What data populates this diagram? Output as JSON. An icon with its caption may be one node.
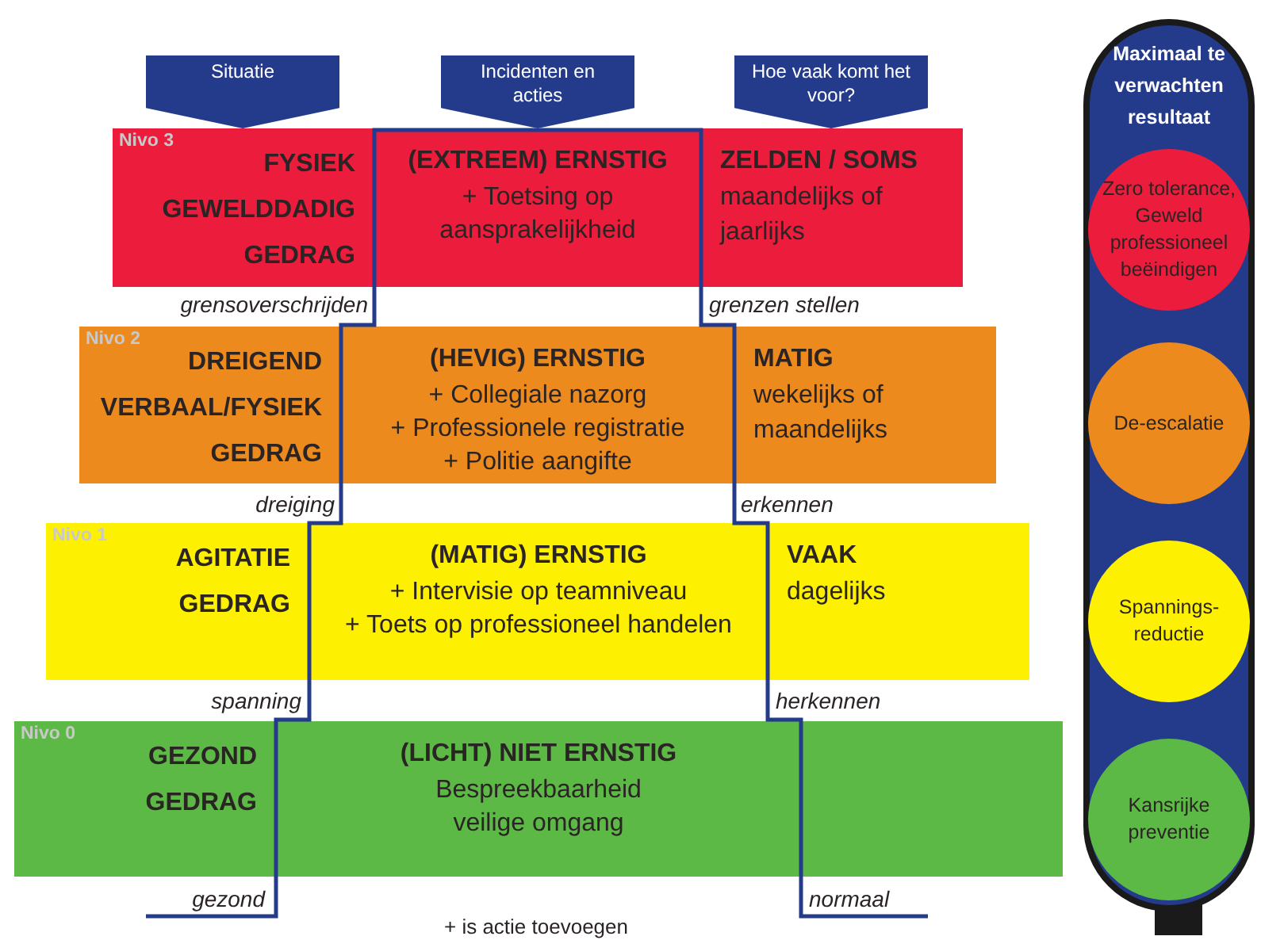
{
  "diagram": {
    "nodes": [
      {
        "text": [
          "Situatie"
        ]
      },
      {
        "text": [
          "Incidenten en acties"
        ]
      },
      {
        "text": [
          "Hoe vaak komt het voor?"
        ]
      },
      {
        "text": [
          "Nivo 3",
          "FYSIEK GEWELDDADIG GEDRAG",
          "(EXTREEM) ERNSTIG",
          "+ Toetsing op aansprakelijkheid",
          "ZELDEN / SOMS",
          "maandelijks of jaarlijks"
        ]
      },
      {
        "text": [
          "Nivo 2",
          "DREIGEND VERBAAL/FYSIEK GEDRAG",
          "(HEVIG) ERNSTIG",
          "+ Collegiale nazorg",
          "+ Professionele registratie",
          "+ Politie aangifte",
          "MATIG",
          "wekelijks of maandelijks"
        ]
      },
      {
        "text": [
          "Nivo 1",
          "AGITATIE GEDRAG",
          "(MATIG) ERNSTIG",
          "+ Intervisie op teamniveau",
          "+ Toets op professioneel handelen",
          "VAAK",
          "dagelijks"
        ]
      },
      {
        "text": [
          "Nivo 0",
          "GEZOND GEDRAG",
          "(LICHT) NIET ERNSTIG",
          "Bespreekbaarheid",
          "veilige omgang"
        ]
      },
      {
        "text": [
          "Maximaal te verwachten resultaat"
        ]
      },
      {
        "text": [
          "Zero tolerance, Geweld professioneel beëindigen"
        ],
        "in": 7
      },
      {
        "text": [
          "De-escalatie"
        ],
        "in": 7
      },
      {
        "text": [
          "Spannings-reductie"
        ],
        "in": 7
      },
      {
        "text": [
          "Kansrijke preventie"
        ],
        "in": 7
      }
    ],
    "labels": [
      "grensoverschrijden",
      "grenzen stellen",
      "dreiging",
      "erkennen",
      "spanning",
      "herkennen",
      "gezond",
      "normaal",
      "+ is actie toevoegen"
    ]
  }
}
